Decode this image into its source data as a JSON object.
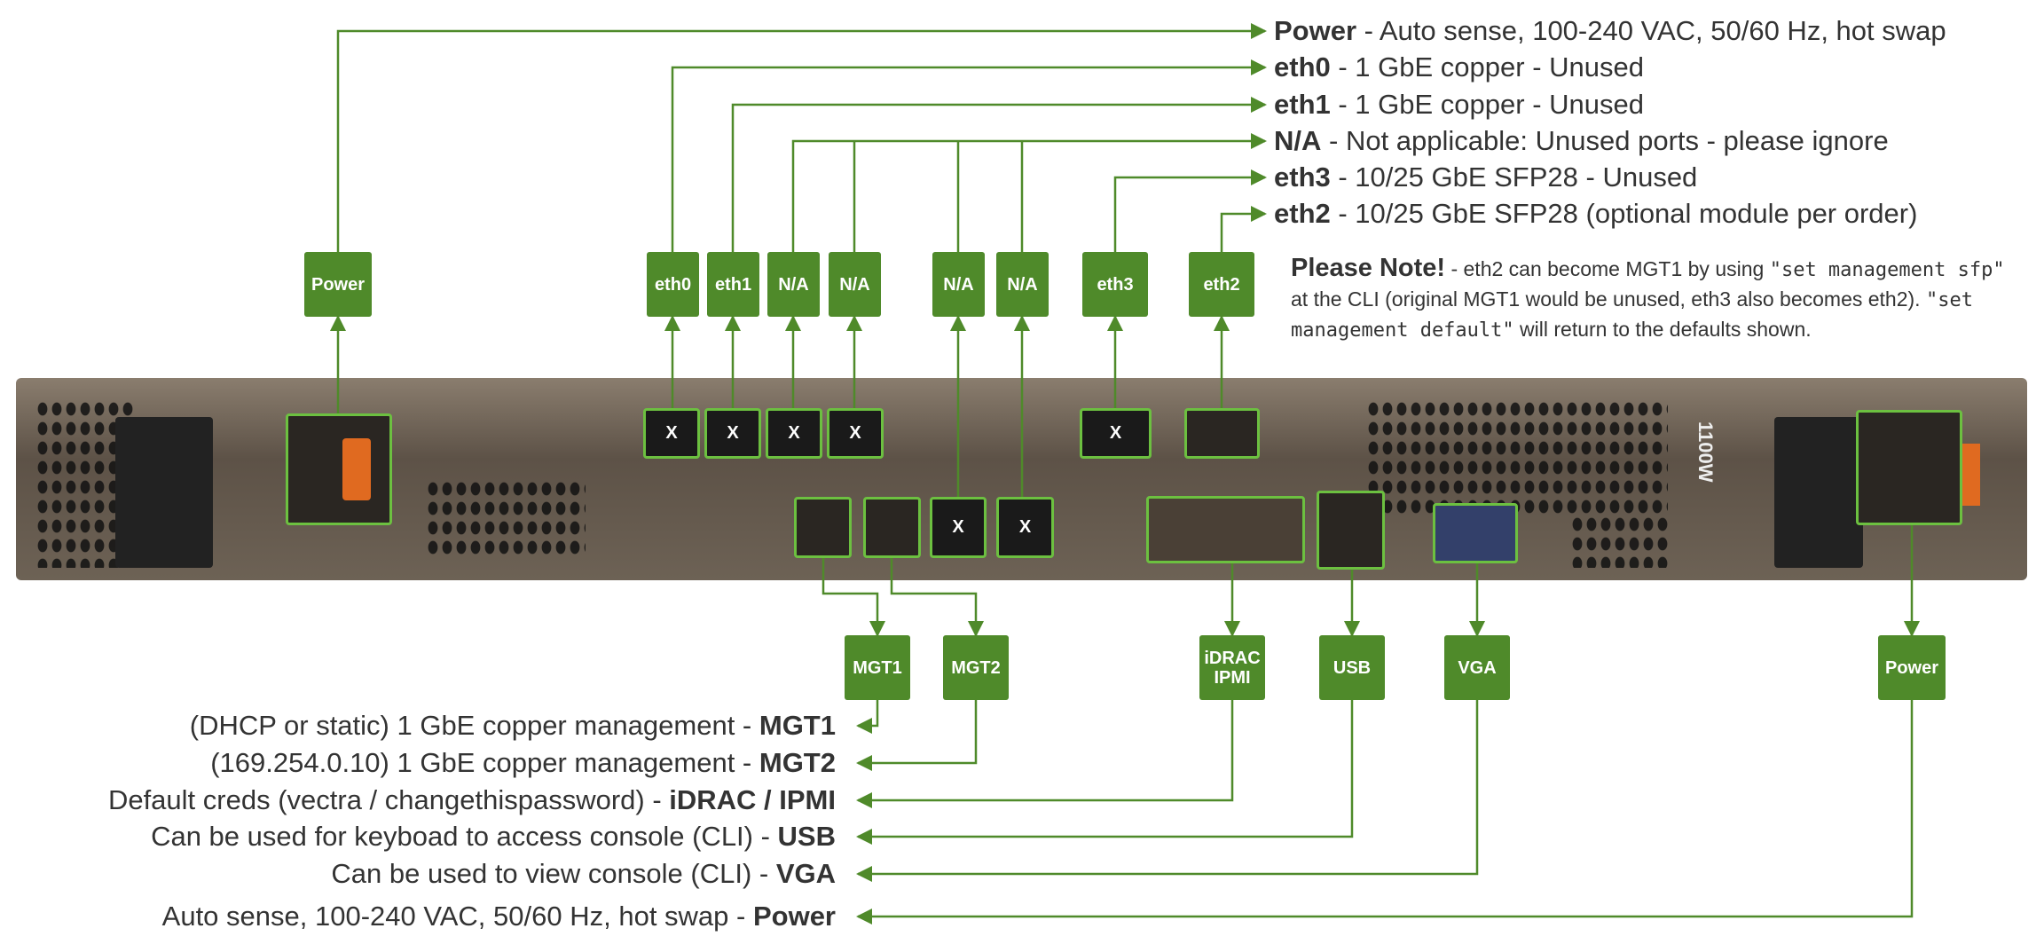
{
  "top_labels": [
    {
      "name": "Power",
      "desc": " - Auto sense, 100-240 VAC, 50/60 Hz, hot swap"
    },
    {
      "name": "eth0",
      "desc": " - 1 GbE copper - Unused"
    },
    {
      "name": "eth1",
      "desc": " - 1 GbE copper - Unused"
    },
    {
      "name": "N/A",
      "desc": " - Not applicable: Unused ports - please ignore"
    },
    {
      "name": "eth3",
      "desc": " - 10/25 GbE SFP28 - Unused"
    },
    {
      "name": "eth2",
      "desc": " - 10/25 GbE SFP28 (optional module per order)"
    }
  ],
  "top_boxes": [
    "Power",
    "eth0",
    "eth1",
    "N/A",
    "N/A",
    "N/A",
    "N/A",
    "eth3",
    "eth2"
  ],
  "note": {
    "title": "Please Note!",
    "part1": " - eth2 can become MGT1 by using ",
    "code1": "\"set management sfp\"",
    "part2": " at the CLI (original MGT1 would be unused, eth3 also becomes eth2). ",
    "code2": "\"set management default\"",
    "part3": " will return to the defaults shown."
  },
  "port_mark": "X",
  "bottom_boxes": [
    "MGT1",
    "MGT2",
    "iDRAC IPMI",
    "USB",
    "VGA",
    "Power"
  ],
  "bottom_labels": [
    {
      "desc": "(DHCP or static) 1 GbE copper management - ",
      "name": "MGT1"
    },
    {
      "desc": "(169.254.0.10) 1 GbE copper management - ",
      "name": "MGT2"
    },
    {
      "desc": "Default creds (vectra / changethispassword) - ",
      "name": "iDRAC / IPMI"
    },
    {
      "desc": "Can be used for keyboad to access console (CLI) - ",
      "name": "USB"
    },
    {
      "desc": "Can be used to view console (CLI) - ",
      "name": "VGA"
    },
    {
      "desc": "Auto sense, 100-240 VAC, 50/60 Hz, hot swap - ",
      "name": "Power"
    }
  ],
  "psu_rating": "1100W",
  "colors": {
    "accent": "#4f8a2a",
    "highlight": "#6cc040"
  }
}
